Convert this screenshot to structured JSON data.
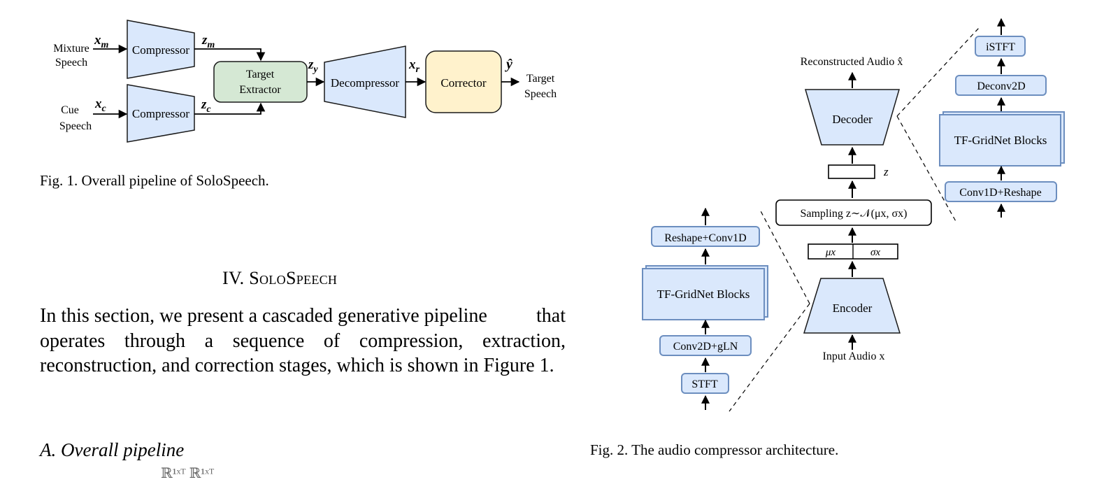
{
  "fig1": {
    "caption": "Fig. 1.  Overall pipeline of SoloSpeech.",
    "input_mixture": [
      "Mixture",
      "Speech"
    ],
    "input_cue": [
      "Cue",
      "Speech"
    ],
    "blocks": {
      "compressor_top": "Compressor",
      "compressor_bottom": "Compressor",
      "target_extractor": [
        "Target",
        "Extractor"
      ],
      "decompressor": "Decompressor",
      "corrector": "Corrector"
    },
    "signals": {
      "x_m": {
        "base": "x",
        "sub": "m"
      },
      "z_m": {
        "base": "z",
        "sub": "m"
      },
      "x_c": {
        "base": "x",
        "sub": "c"
      },
      "z_c": {
        "base": "z",
        "sub": "c"
      },
      "z_y": {
        "base": "z",
        "sub": "y"
      },
      "x_r": {
        "base": "x",
        "sub": "r"
      },
      "y_hat": "ŷ"
    },
    "output": [
      "Target",
      "Speech"
    ]
  },
  "section": {
    "number": "IV.",
    "title": "SoloSpeech",
    "paragraph_lines": [
      "In this section, we present a cascaded generative pipeline",
      "that operates through a sequence of compression, extraction,",
      "reconstruction, and correction stages, which is shown in",
      "Figure 1."
    ],
    "subsection": "A.  Overall pipeline",
    "cutoff_line": "ℝ¹ˣᵀ                    ℝ¹ˣᵀ"
  },
  "fig2": {
    "caption": "Fig. 2.  The audio compressor architecture.",
    "output_label": "Reconstructed Audio x̂",
    "decoder": "Decoder",
    "z_label": "z",
    "sampling": "Sampling z∼𝒩(μx, σx)",
    "mu": "μx",
    "sigma": "σx",
    "encoder": "Encoder",
    "input_label": "Input Audio x",
    "encoder_stack": [
      "Reshape+Conv1D",
      "TF-GridNet Blocks",
      "Conv2D+gLN",
      "STFT"
    ],
    "decoder_stack": [
      "iSTFT",
      "Deconv2D",
      "TF-GridNet Blocks",
      "Conv1D+Reshape"
    ]
  },
  "colors": {
    "blue_fill": "#dae8fc",
    "blue_stroke": "#6c8ebf",
    "green_fill": "#d5e8d4",
    "yellow_fill": "#fff2cc",
    "dark_stroke": "#1a1a1a"
  }
}
